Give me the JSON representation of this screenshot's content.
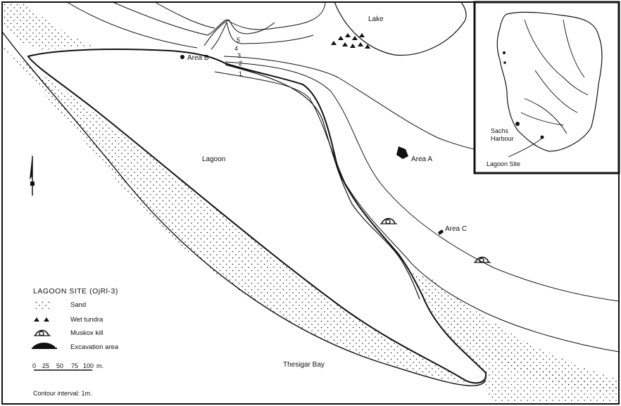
{
  "map": {
    "labels": {
      "lake": "Lake",
      "lagoon": "Lagoon",
      "area_a": "Area A",
      "area_b": "Area B",
      "area_c": "Area C",
      "thesigar_bay": "Thesigar Bay"
    },
    "contours": [
      "1",
      "2",
      "3",
      "4",
      "5"
    ]
  },
  "inset": {
    "sachs_harbour_line1": "Sachs",
    "sachs_harbour_line2": "Harbour",
    "lagoon_site": "Lagoon Site"
  },
  "legend": {
    "title": "LAGOON SITE (OjRl-3)",
    "items": [
      {
        "symbol": "sand-pattern",
        "label": "Sand"
      },
      {
        "symbol": "wet-tundra-symbol",
        "label": "Wet tundra"
      },
      {
        "symbol": "muskox-kill-symbol",
        "label": "Muskox kill"
      },
      {
        "symbol": "excavation-area-symbol",
        "label": "Excavation area"
      }
    ],
    "scale_ticks": [
      "0",
      "25",
      "50",
      "75",
      "100"
    ],
    "scale_unit": "m.",
    "contour_interval": "Contour interval: 1m."
  }
}
